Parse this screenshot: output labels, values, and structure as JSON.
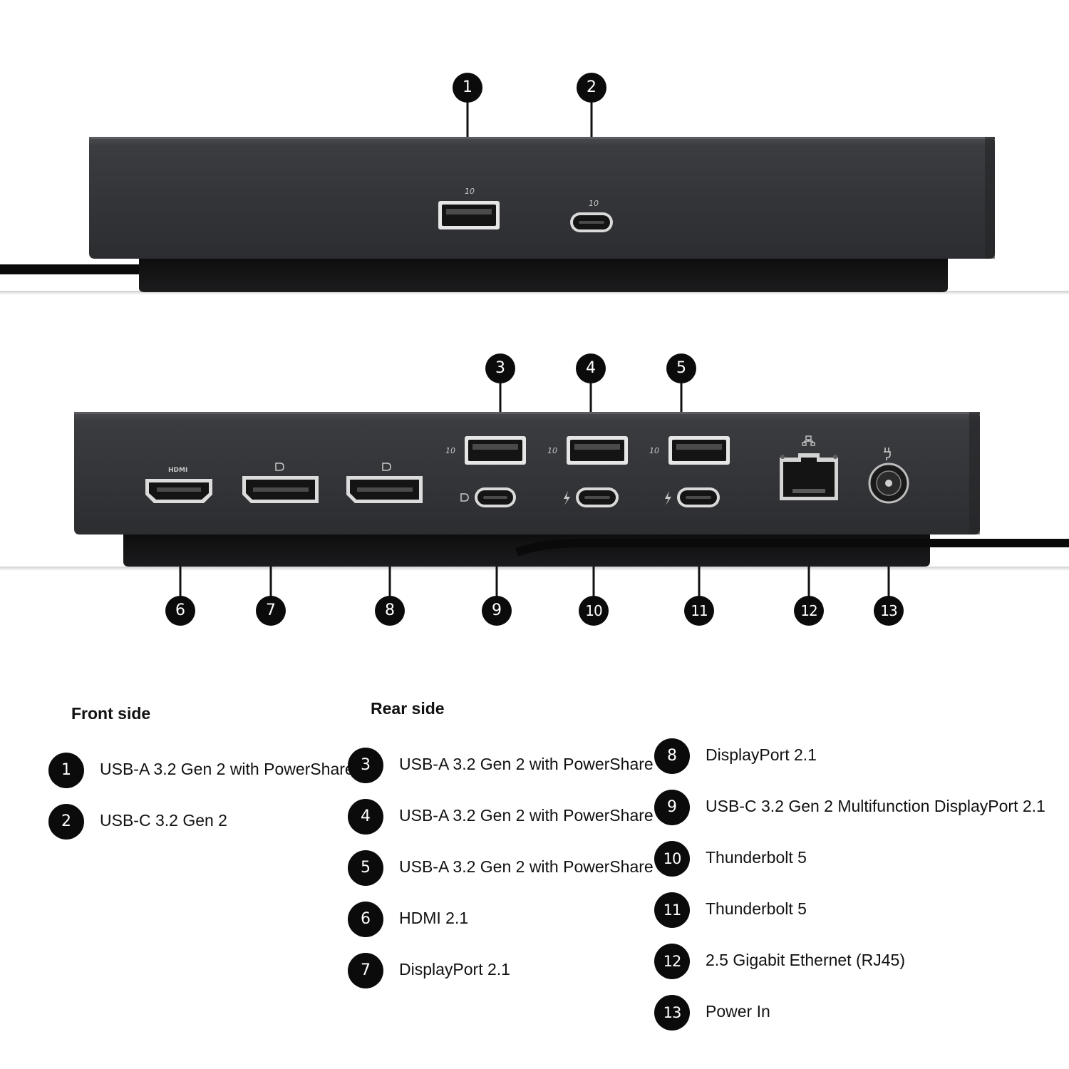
{
  "front_callouts": [
    "1",
    "2"
  ],
  "rear_top_callouts": [
    "3",
    "4",
    "5"
  ],
  "rear_bottom_callouts": [
    "6",
    "7",
    "8",
    "9",
    "10",
    "11",
    "12",
    "13"
  ],
  "port_marks": {
    "usb_speed": "10",
    "hdmi": "HDMI"
  },
  "legend": {
    "front_title": "Front side",
    "rear_title": "Rear side",
    "front_items": [
      {
        "num": "1",
        "label": "USB-A 3.2 Gen 2 with PowerShare"
      },
      {
        "num": "2",
        "label": "USB-C 3.2 Gen 2"
      }
    ],
    "rear_col1": [
      {
        "num": "3",
        "label": "USB-A 3.2 Gen 2 with PowerShare"
      },
      {
        "num": "4",
        "label": "USB-A 3.2 Gen 2 with PowerShare"
      },
      {
        "num": "5",
        "label": "USB-A 3.2 Gen 2 with PowerShare"
      },
      {
        "num": "6",
        "label": "HDMI 2.1"
      },
      {
        "num": "7",
        "label": "DisplayPort 2.1"
      }
    ],
    "rear_col2": [
      {
        "num": "8",
        "label": "DisplayPort 2.1"
      },
      {
        "num": "9",
        "label": "USB-C 3.2 Gen 2 Multifunction DisplayPort 2.1"
      },
      {
        "num": "10",
        "label": "Thunderbolt 5"
      },
      {
        "num": "11",
        "label": "Thunderbolt 5"
      },
      {
        "num": "12",
        "label": "2.5 Gigabit Ethernet (RJ45)"
      },
      {
        "num": "13",
        "label": "Power In"
      }
    ]
  }
}
